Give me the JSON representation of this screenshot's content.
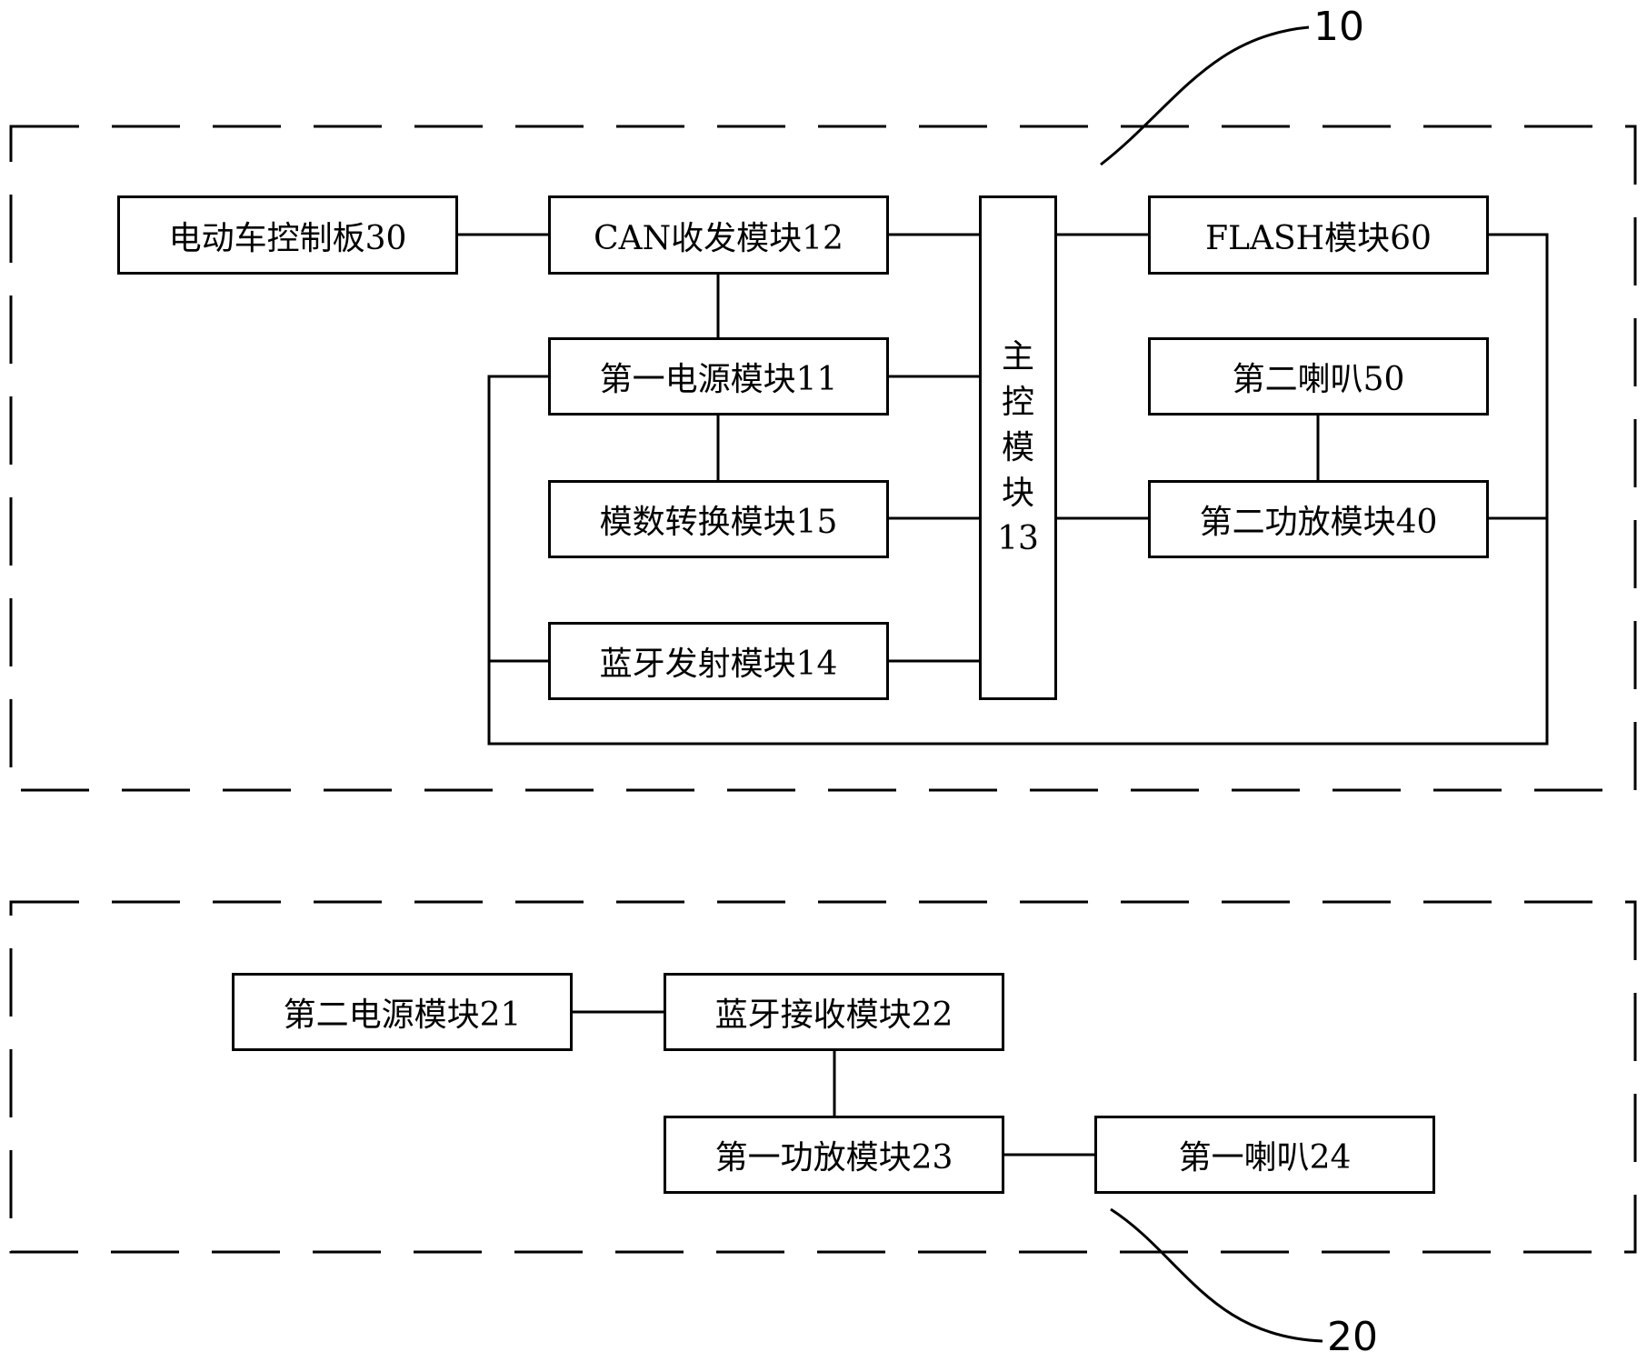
{
  "diagram": {
    "groups": [
      {
        "id": "10",
        "label": "10"
      },
      {
        "id": "20",
        "label": "20"
      }
    ],
    "modules": {
      "ev_control_board": "电动车控制板30",
      "can_transceiver": "CAN收发模块12",
      "first_power": "第一电源模块11",
      "adc": "模数转换模块15",
      "bt_transmitter": "蓝牙发射模块14",
      "main_control": [
        "主",
        "控",
        "模",
        "块",
        "13"
      ],
      "flash": "FLASH模块60",
      "second_speaker": "第二喇叭50",
      "second_amp": "第二功放模块40",
      "second_power": "第二电源模块21",
      "bt_receiver": "蓝牙接收模块22",
      "first_amp": "第一功放模块23",
      "first_speaker": "第一喇叭24"
    },
    "connections": [
      [
        "ev_control_board",
        "can_transceiver"
      ],
      [
        "can_transceiver",
        "main_control"
      ],
      [
        "can_transceiver",
        "first_power"
      ],
      [
        "first_power",
        "main_control"
      ],
      [
        "first_power",
        "adc"
      ],
      [
        "adc",
        "main_control"
      ],
      [
        "bt_transmitter",
        "main_control"
      ],
      [
        "main_control",
        "flash"
      ],
      [
        "main_control",
        "second_amp"
      ],
      [
        "second_speaker",
        "second_amp"
      ],
      [
        "first_power",
        "bt_transmitter"
      ],
      [
        "flash",
        "second_amp"
      ],
      [
        "second_power",
        "bt_receiver"
      ],
      [
        "bt_receiver",
        "first_amp"
      ],
      [
        "first_amp",
        "first_speaker"
      ]
    ]
  }
}
